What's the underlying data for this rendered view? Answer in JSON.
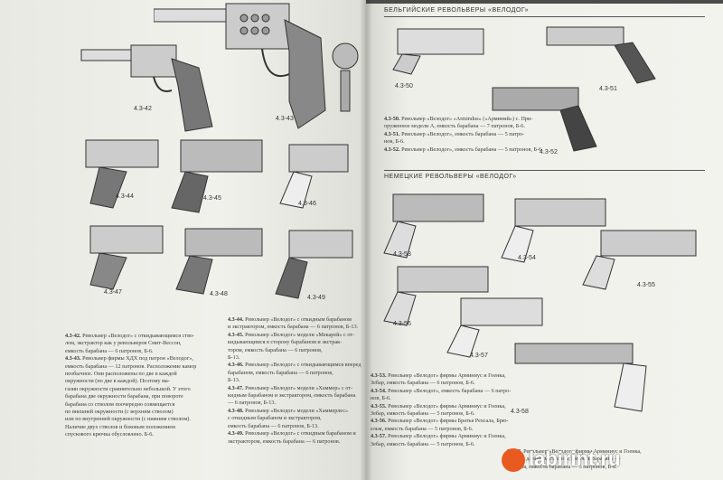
{
  "left_page": {
    "figure_labels": [
      "4.3-42",
      "4.3-43",
      "4.3-44",
      "4.3-45",
      "4.3-46",
      "4.3-47",
      "4.3-48",
      "4.3-49"
    ],
    "captions_col1": [
      {
        "num": "4.3-42.",
        "text": "Револьвер «Велодог» с откидывающимся ство-"
      },
      {
        "num": "",
        "text": "лом, экстрактор как у револьверов Смит-Вессон,"
      },
      {
        "num": "",
        "text": "емкость барабана — 6 патронов, Б-6."
      },
      {
        "num": "4.3-43.",
        "text": "Револьвер фирмы ХДХ под патрон «Велодог»,"
      },
      {
        "num": "",
        "text": "емкость барабана — 12 патронов. Расположение камор"
      },
      {
        "num": "",
        "text": "необычное. Они расположены по две в каждой"
      },
      {
        "num": "",
        "text": "окружности (по две в каждой). Поэтому ма-"
      },
      {
        "num": "",
        "text": "газин окружности сравнительно небольшой. У этого"
      },
      {
        "num": "",
        "text": "барабана две окружности барабана, при повороте"
      },
      {
        "num": "",
        "text": "барабана со стволом поочередно совмещается"
      },
      {
        "num": "",
        "text": "по внешней окружности (с верхним стволом)"
      },
      {
        "num": "",
        "text": "или по внутренней окружности (с нижним стволом)."
      },
      {
        "num": "",
        "text": "Наличие двух стволов и боковым положением"
      },
      {
        "num": "",
        "text": "спускового крючка обусловлено. Б-6."
      }
    ],
    "captions_col2": [
      {
        "num": "4.3-44.",
        "text": "Револьвер «Велодог» с откидным барабаном"
      },
      {
        "num": "",
        "text": "и экстрактором, емкость барабана — 6 патронов, Б-13."
      },
      {
        "num": "4.3-45.",
        "text": "Револьвер «Велодог» модели «Мекарей» с от-"
      },
      {
        "num": "",
        "text": "кидывающимся в сторону барабаном и экстрак-"
      },
      {
        "num": "",
        "text": "тором, емкость барабана — 6 патронов,"
      },
      {
        "num": "",
        "text": "Б-13."
      },
      {
        "num": "4.3-46.",
        "text": "Револьвер «Велодог» с откидывающимся вперед"
      },
      {
        "num": "",
        "text": "барабаном, емкость барабана — 6 патронов,"
      },
      {
        "num": "",
        "text": "Б-13."
      },
      {
        "num": "4.3-47.",
        "text": "Револьвер «Велодог» модели «Хаммер» с от-"
      },
      {
        "num": "",
        "text": "кидным барабаном и экстрактором, емкость барабана"
      },
      {
        "num": "",
        "text": "— 6 патронов, Б-13."
      },
      {
        "num": "4.3-48.",
        "text": "Револьвер «Велодог» модели «Хаммерлес»"
      },
      {
        "num": "",
        "text": "с откидным барабаном и экстрактором,"
      },
      {
        "num": "",
        "text": "емкость барабана — 6 патронов, Б-13."
      },
      {
        "num": "4.3-49.",
        "text": "Револьвер «Велодог» с откидным барабаном и"
      },
      {
        "num": "",
        "text": "экстрактором, емкость барабана — 6 патронов."
      }
    ]
  },
  "right_page": {
    "section1_header": "БЕЛЬГИЙСКИЕ РЕВОЛЬВЕРЫ «ВЕЛОДОГ»",
    "section2_header": "НЕМЕЦКИЕ РЕВОЛЬВЕРЫ «ВЕЛОДОГ»",
    "figure_labels_top": [
      "4.3-50",
      "4.3-51",
      "4.3-52"
    ],
    "captions_top": [
      {
        "num": "4.3-50.",
        "text": "Револьвер «Велодог» «Armindus» («Арминий») с. При-"
      },
      {
        "num": "",
        "text": "оруженное модели А, емкость барабана — 7 патронов, Б-6."
      },
      {
        "num": "4.3-51.",
        "text": "Револьвер «Велодог», емкость барабана — 5 патро-"
      },
      {
        "num": "",
        "text": "нов, Б-6."
      },
      {
        "num": "4.3-52.",
        "text": "Револьвер «Велодог», емкость барабана — 5 патронов, Б-6."
      }
    ],
    "figure_labels_bottom": [
      "4.3-53",
      "4.3-54",
      "4.3-55",
      "4.3-56",
      "4.3-57",
      "4.3-58"
    ],
    "captions_bottom": [
      {
        "num": "4.3-53.",
        "text": "Револьвер «Велодог» фирмы Арминиус и Гоенка,"
      },
      {
        "num": "",
        "text": "Зебар, емкость барабана — 6 патронов, Б-6."
      },
      {
        "num": "4.3-54.",
        "text": "Револьвер «Велодог», емкость барабана — 6 патро-"
      },
      {
        "num": "",
        "text": "нов, Б-6."
      },
      {
        "num": "4.3-55.",
        "text": "Револьвер «Велодог» фирмы Арминиус и Гоенка,"
      },
      {
        "num": "",
        "text": "Зебар, емкость барабана — 5 патронов, Б-6."
      },
      {
        "num": "4.3-56.",
        "text": "Револьвер «Велодог» фирмы Братья Рехсала, Брю-"
      },
      {
        "num": "",
        "text": "ельм, емкость барабана — 5 патронов, Б-6."
      },
      {
        "num": "4.3-57.",
        "text": "Револьвер «Велодог» фирмы Арминиус и Гоенка,"
      },
      {
        "num": "",
        "text": "Зебар, емкость барабана — 5 патронов, Б-6."
      }
    ],
    "caption_last": [
      {
        "num": "4.3-58.",
        "text": "Револьвер «Велодог» фирмы Арминиус и Гоенка,"
      },
      {
        "num": "",
        "text": "Зебар, с длинным стволом, емкость барабана —"
      },
      {
        "num": "",
        "text": "Австрия, емкость барабана — 5 патронов, Б-8."
      }
    ]
  },
  "watermark": "labirint.ru",
  "colors": {
    "paper": "#f1f1ec",
    "ink": "#333333",
    "header_bar": "#4b4b4b",
    "watermark_logo": "#e85a1f"
  }
}
